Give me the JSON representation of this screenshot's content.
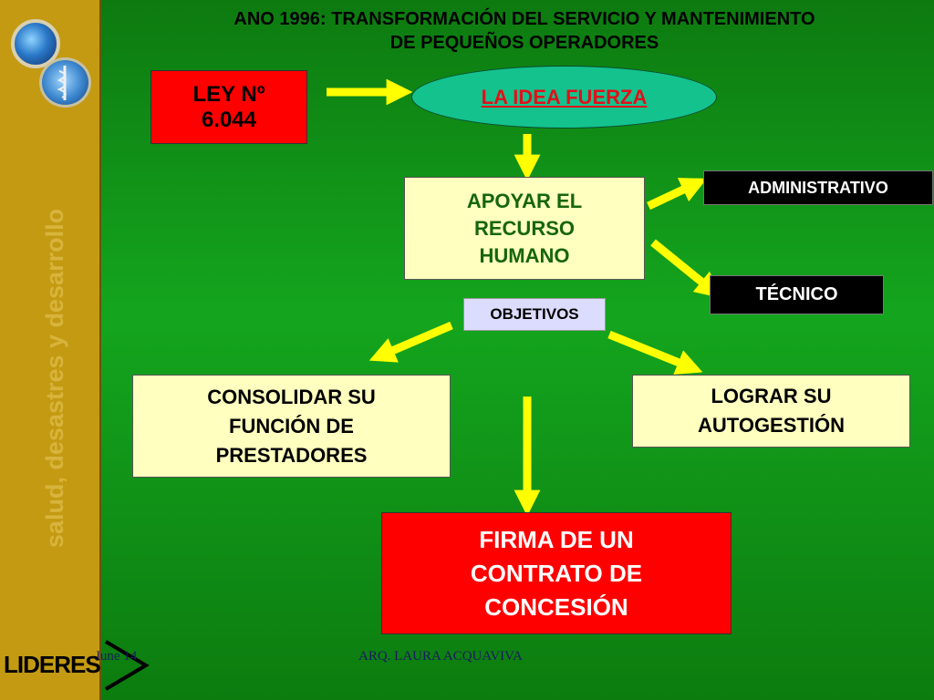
{
  "title": "ANO 1996: TRANSFORMACIÓN DEL SERVICIO Y MANTENIMIENTO\nDE PEQUEÑOS OPERADORES",
  "sidebar": {
    "vertical_text": "salud, desastres y desarrollo"
  },
  "nodes": {
    "ley": "LEY Nº\n6.044",
    "idea": "LA IDEA FUERZA",
    "apoyar": "APOYAR EL\nRECURSO\nHUMANO",
    "administrativo": "ADMINISTRATIVO",
    "tecnico": "TÉCNICO",
    "objetivos": "OBJETIVOS",
    "consolidar": "CONSOLIDAR SU\nFUNCIÓN DE\nPRESTADORES",
    "lograr": "LOGRAR SU\nAUTOGESTIÓN",
    "firma": "FIRMA DE UN\nCONTRATO DE\nCONCESIÓN"
  },
  "footer": {
    "date": "June 14",
    "author": "ARQ. LAURA ACQUAVIVA",
    "logo_text": "LIDERES"
  },
  "colors": {
    "arrow": "#ffff00",
    "red_box": "#ff0000",
    "yellow_box": "#ffffbf",
    "oval": "#14c28e"
  },
  "icons": [
    "globe-icon",
    "who-emblem-icon",
    "arrow-icon"
  ]
}
